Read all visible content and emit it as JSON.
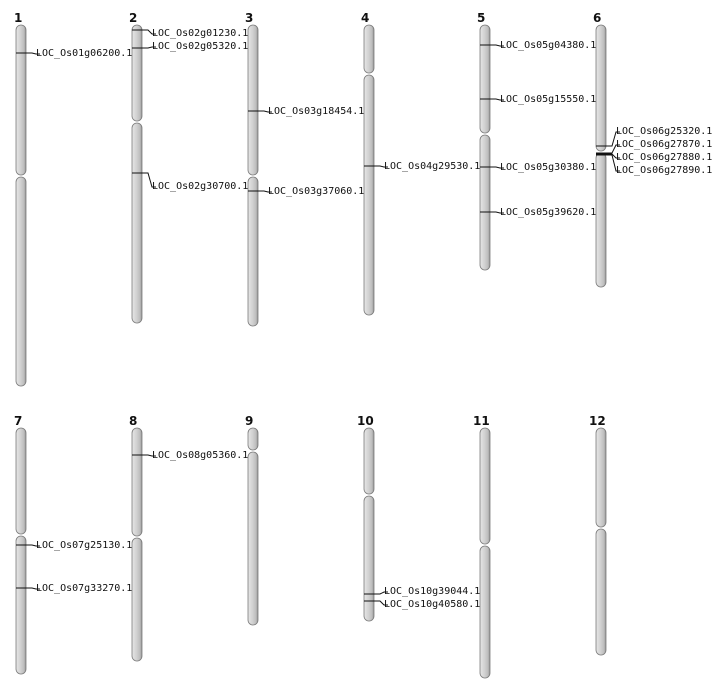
{
  "diagram": {
    "type": "chromosome-map",
    "chromosomes": [
      {
        "id": "1",
        "label": "1"
      },
      {
        "id": "2",
        "label": "2"
      },
      {
        "id": "3",
        "label": "3"
      },
      {
        "id": "4",
        "label": "4"
      },
      {
        "id": "5",
        "label": "5"
      },
      {
        "id": "6",
        "label": "6"
      },
      {
        "id": "7",
        "label": "7"
      },
      {
        "id": "8",
        "label": "8"
      },
      {
        "id": "9",
        "label": "9"
      },
      {
        "id": "10",
        "label": "10"
      },
      {
        "id": "11",
        "label": "11"
      },
      {
        "id": "12",
        "label": "12"
      }
    ],
    "genes": [
      {
        "chromosome": "1",
        "name": "LOC_Os01g06200.1"
      },
      {
        "chromosome": "2",
        "name": "LOC_Os02g01230.1"
      },
      {
        "chromosome": "2",
        "name": "LOC_Os02g05320.1"
      },
      {
        "chromosome": "2",
        "name": "LOC_Os02g30700.1"
      },
      {
        "chromosome": "3",
        "name": "LOC_Os03g18454.1"
      },
      {
        "chromosome": "3",
        "name": "LOC_Os03g37060.1"
      },
      {
        "chromosome": "4",
        "name": "LOC_Os04g29530.1"
      },
      {
        "chromosome": "5",
        "name": "LOC_Os05g04380.1"
      },
      {
        "chromosome": "5",
        "name": "LOC_Os05g15550.1"
      },
      {
        "chromosome": "5",
        "name": "LOC_Os05g30380.1"
      },
      {
        "chromosome": "5",
        "name": "LOC_Os05g39620.1"
      },
      {
        "chromosome": "6",
        "name": "LOC_Os06g25320.1"
      },
      {
        "chromosome": "6",
        "name": "LOC_Os06g27870.1"
      },
      {
        "chromosome": "6",
        "name": "LOC_Os06g27880.1"
      },
      {
        "chromosome": "6",
        "name": "LOC_Os06g27890.1"
      },
      {
        "chromosome": "7",
        "name": "LOC_Os07g25130.1"
      },
      {
        "chromosome": "7",
        "name": "LOC_Os07g33270.1"
      },
      {
        "chromosome": "8",
        "name": "LOC_Os08g05360.1"
      },
      {
        "chromosome": "10",
        "name": "LOC_Os10g39044.1"
      },
      {
        "chromosome": "10",
        "name": "LOC_Os10g40580.1"
      }
    ]
  }
}
